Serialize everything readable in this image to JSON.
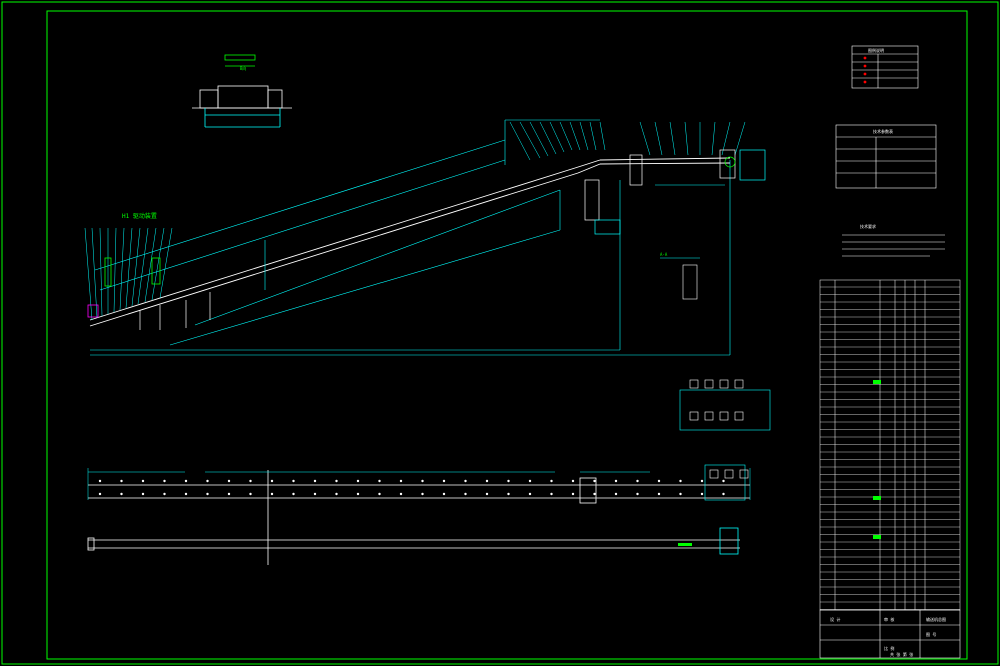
{
  "drawing": {
    "left_label": "H1 驱动装置",
    "top_section_label": "A-A",
    "detail_label": "B向",
    "notes_title": "技术要求",
    "table_header_label": "技术参数表",
    "small_table_title": "图例说明",
    "title_block_name": "输送机总图",
    "title_block_sub": "图 号",
    "title_block_scale": "比 例",
    "title_block_sheet": "共 张 第 张",
    "title_block_design": "设 计",
    "title_block_check": "审 核"
  },
  "colors": {
    "frame": "#00ff00",
    "line": "#00ffff",
    "white": "#ffffff",
    "accent": "#ff0000",
    "green": "#00ff00",
    "magenta": "#ff00ff"
  }
}
